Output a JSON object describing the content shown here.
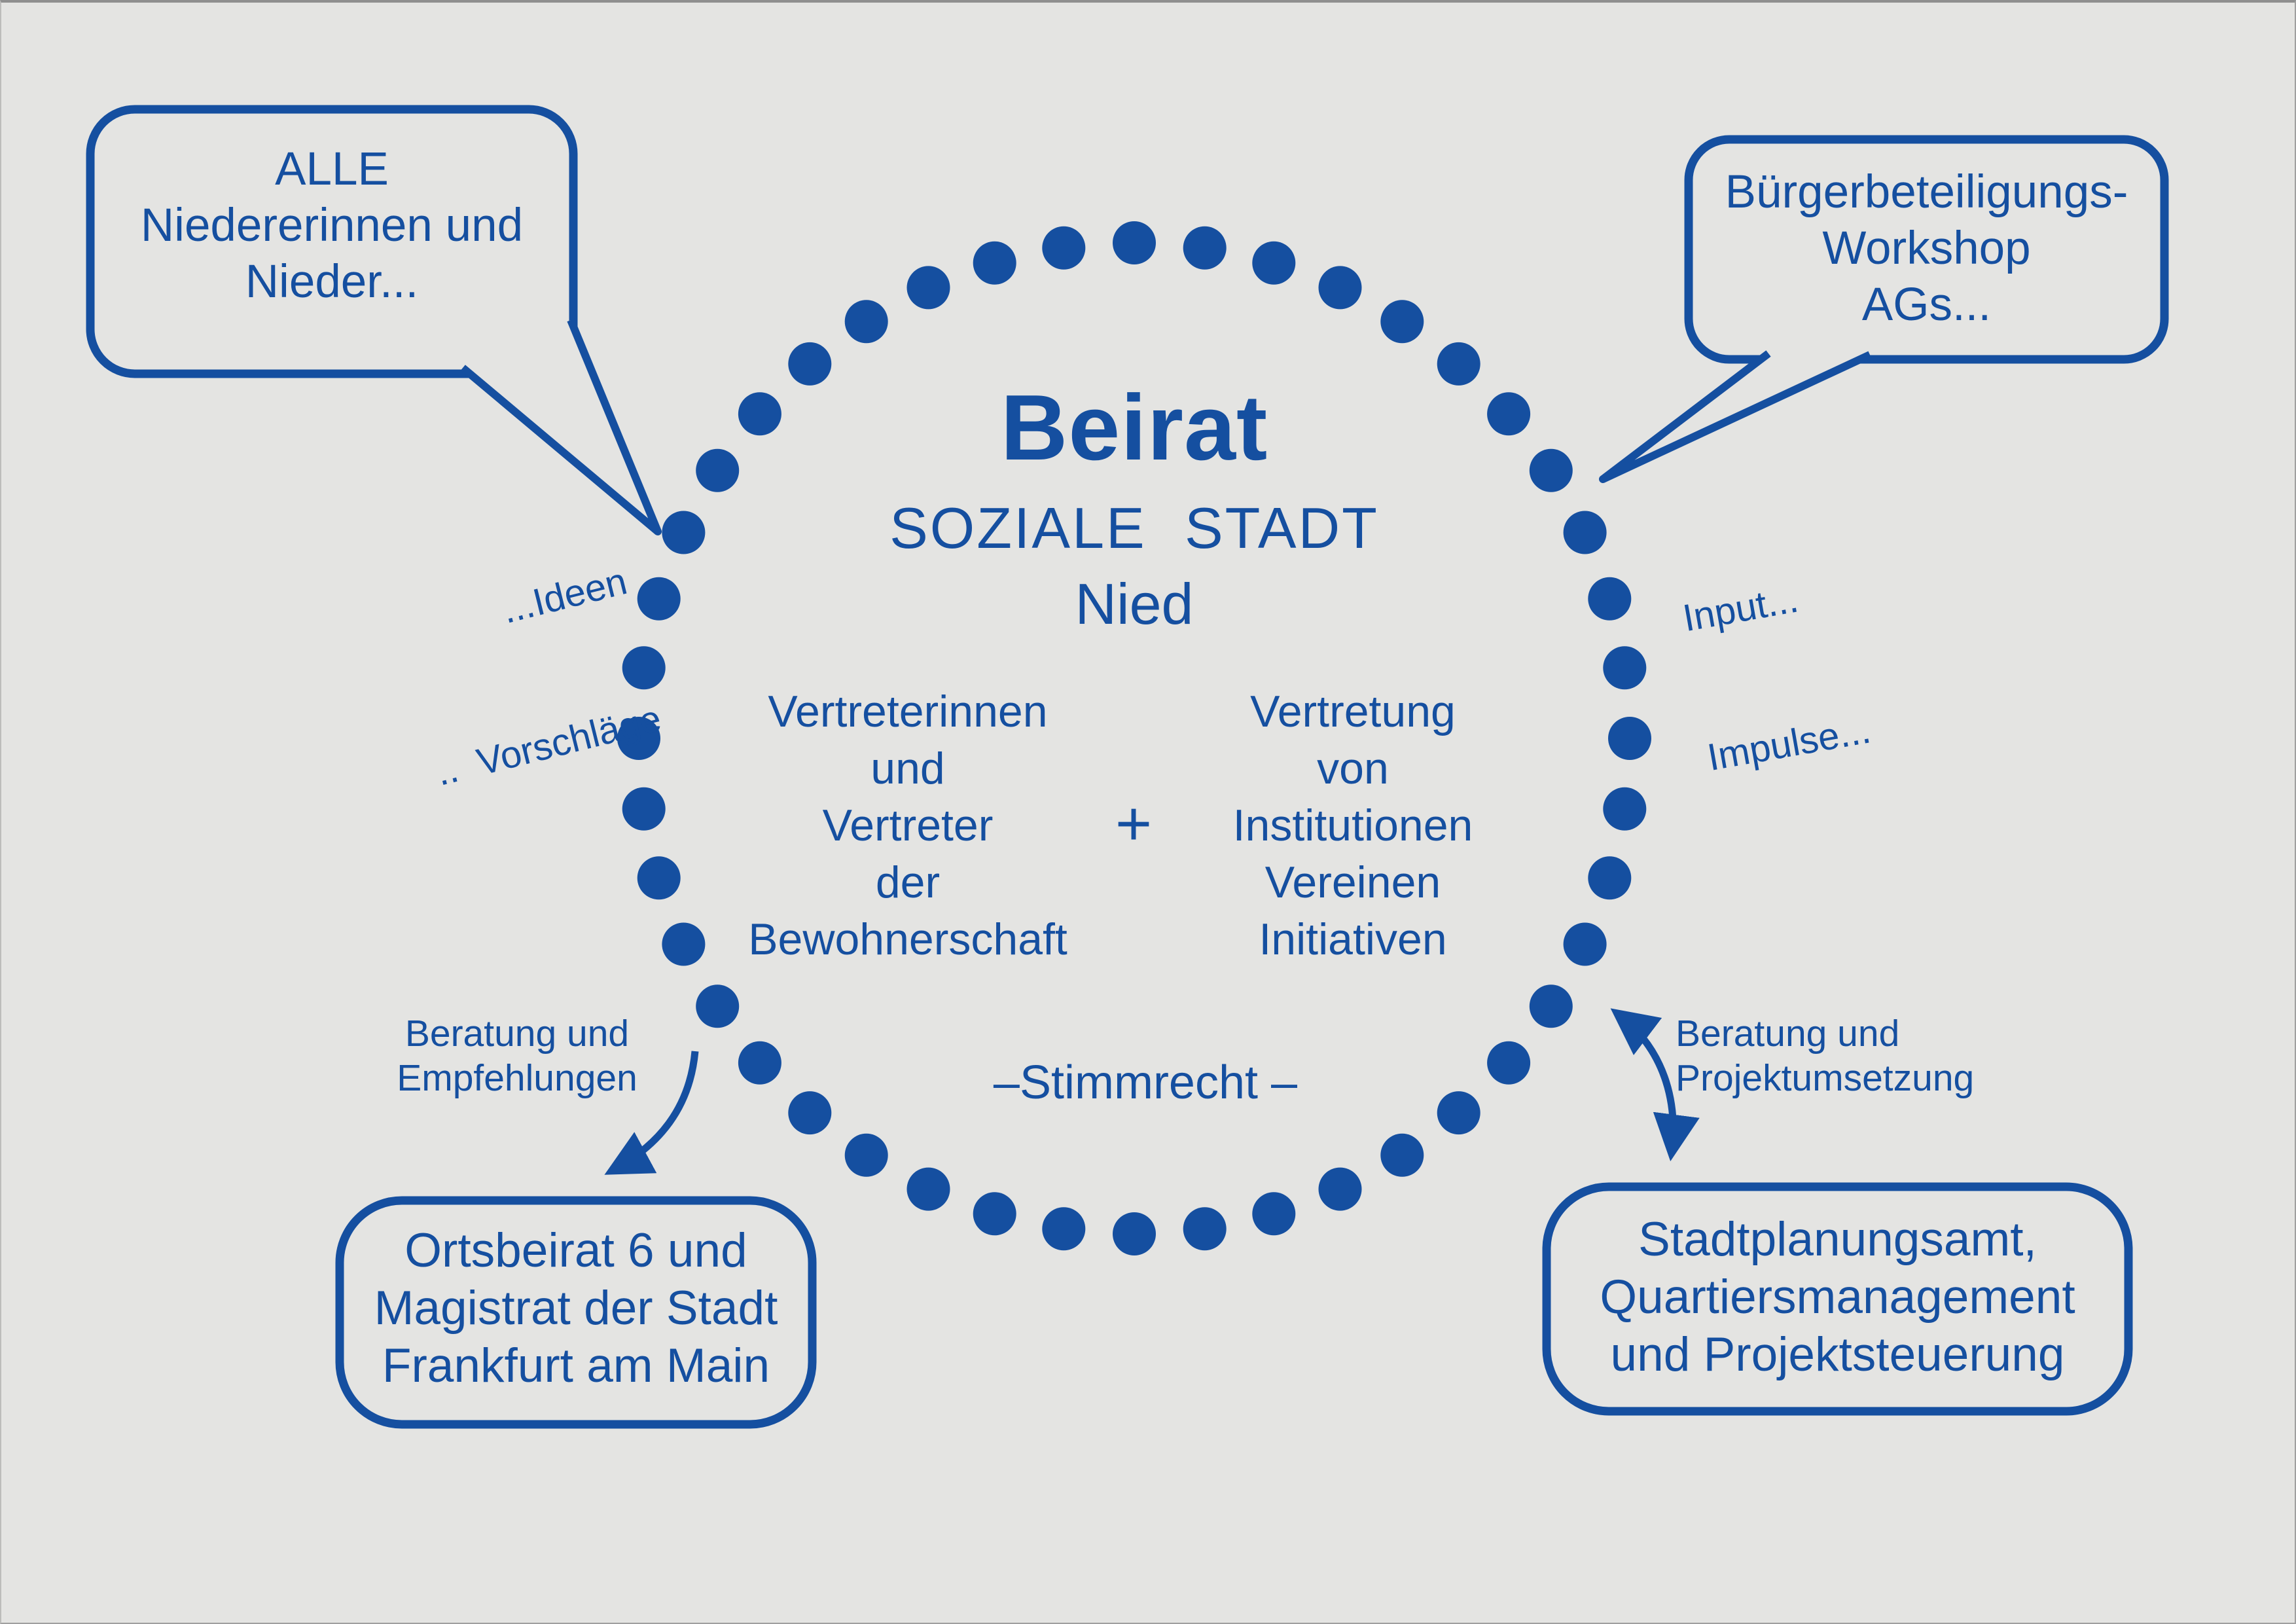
{
  "colors": {
    "blue": "#154fa0",
    "background": "#e4e4e2"
  },
  "bubble_top_left": {
    "lines": [
      "ALLE",
      "Niedererinnen und",
      "Nieder..."
    ]
  },
  "bubble_top_right": {
    "lines": [
      "Bürgerbeteiligungs-",
      "Workshop",
      "AGs..."
    ]
  },
  "rotated_left": {
    "lines": [
      "...Ideen",
      "..  Vorschläge"
    ]
  },
  "rotated_right": {
    "lines": [
      "Input...",
      "Impulse..."
    ]
  },
  "circle": {
    "dot_count": 44,
    "title": "Beirat",
    "subtitle": "SOZIALE STADT",
    "district": "Nied",
    "left_column": [
      "Vertreterinnen",
      "und",
      "Vertreter",
      "der",
      "Bewohnerschaft"
    ],
    "plus": "+",
    "right_column": [
      "Vertretung",
      "von",
      "Institutionen",
      "Vereinen",
      "Initiativen"
    ],
    "voting_note": "–Stimmrecht –"
  },
  "arrow_note_left": {
    "lines": [
      "Beratung und",
      "Empfehlungen"
    ]
  },
  "arrow_note_right": {
    "lines": [
      "Beratung und",
      "Projektumsetzung"
    ]
  },
  "box_bottom_left": {
    "lines": [
      "Ortsbeirat 6 und",
      "Magistrat der Stadt",
      "Frankfurt am Main"
    ]
  },
  "box_bottom_right": {
    "lines": [
      "Stadtplanungsamt,",
      "Quartiersmanagement",
      "und Projektsteuerung"
    ]
  }
}
